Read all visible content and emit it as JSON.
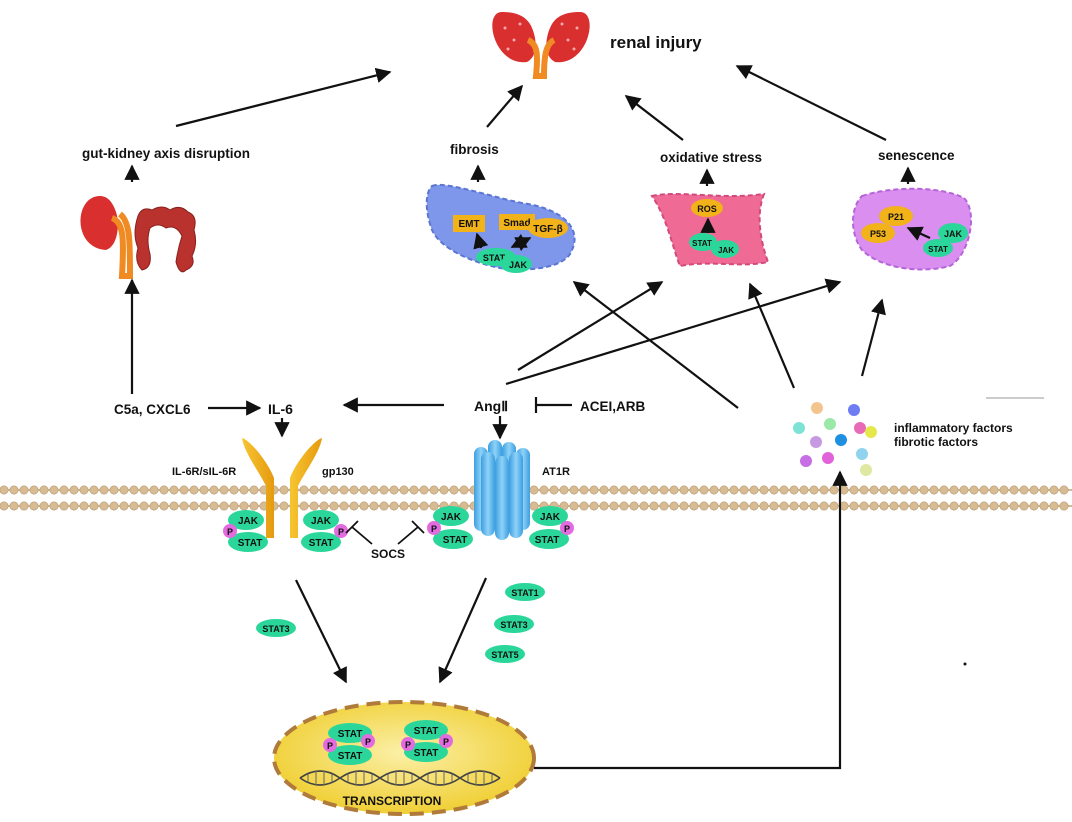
{
  "colors": {
    "stat_green": "#2bd69a",
    "phospho_pink": "#e36be0",
    "kidney_red": "#d92f2f",
    "gut_red": "#b9322e",
    "receptor_yellow": "#f2b21a",
    "at1r_blue": "#59b8ee",
    "nucleus_yellow": "#f4dc3a",
    "membrane_tan": "#d7bb92",
    "fibrosis_cell": "#7f97ea",
    "oxidative_cell": "#f06a96",
    "senescence_cell": "#d98ef0"
  },
  "labels": {
    "renal_injury": "renal  injury",
    "gut_kidney": "gut-kidney axis disruption",
    "fibrosis": "fibrosis",
    "oxidative_stress": "oxidative stress",
    "senescence": "senescence",
    "c5a_cxcl6": "C5a,  CXCL6",
    "il6": "IL-6",
    "ang2": "AngⅡ",
    "acei_arb": "ACEI,ARB",
    "il6r": "IL-6R/sIL-6R",
    "gp130": "gp130",
    "at1r": "AT1R",
    "socs": "SOCS",
    "inflammatory": "inflammatory factors",
    "fibrotic": "fibrotic factors",
    "transcription": "TRANSCRIPTION"
  },
  "molecules": {
    "emt": "EMT",
    "smad": "Smad",
    "tgfb": "TGF-β",
    "ros": "ROS",
    "p21": "P21",
    "p53": "P53",
    "jak": "JAK",
    "stat": "STAT",
    "p": "P",
    "stat1": "STAT1",
    "stat3": "STAT3",
    "stat5": "STAT5"
  }
}
